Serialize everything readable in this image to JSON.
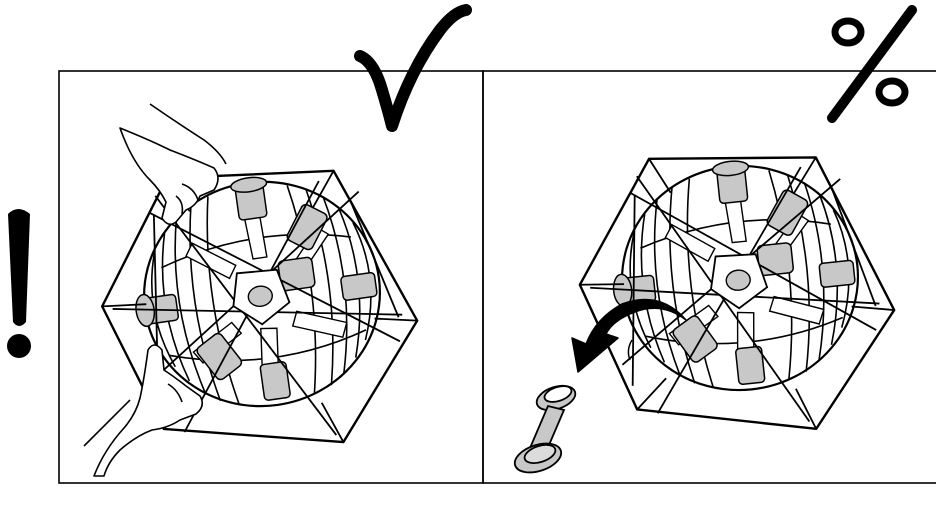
{
  "figure": {
    "panels": [
      {
        "id": "left",
        "verdict_mark": "check",
        "verdict_icon": "checkmark-icon"
      },
      {
        "id": "right",
        "verdict_mark": "percent",
        "verdict_icon": "percent-icon"
      }
    ],
    "warning_icon": "exclamation-icon",
    "colors": {
      "line": "#000000",
      "fill": "#ffffff",
      "shade": "#c8c8c8"
    }
  }
}
